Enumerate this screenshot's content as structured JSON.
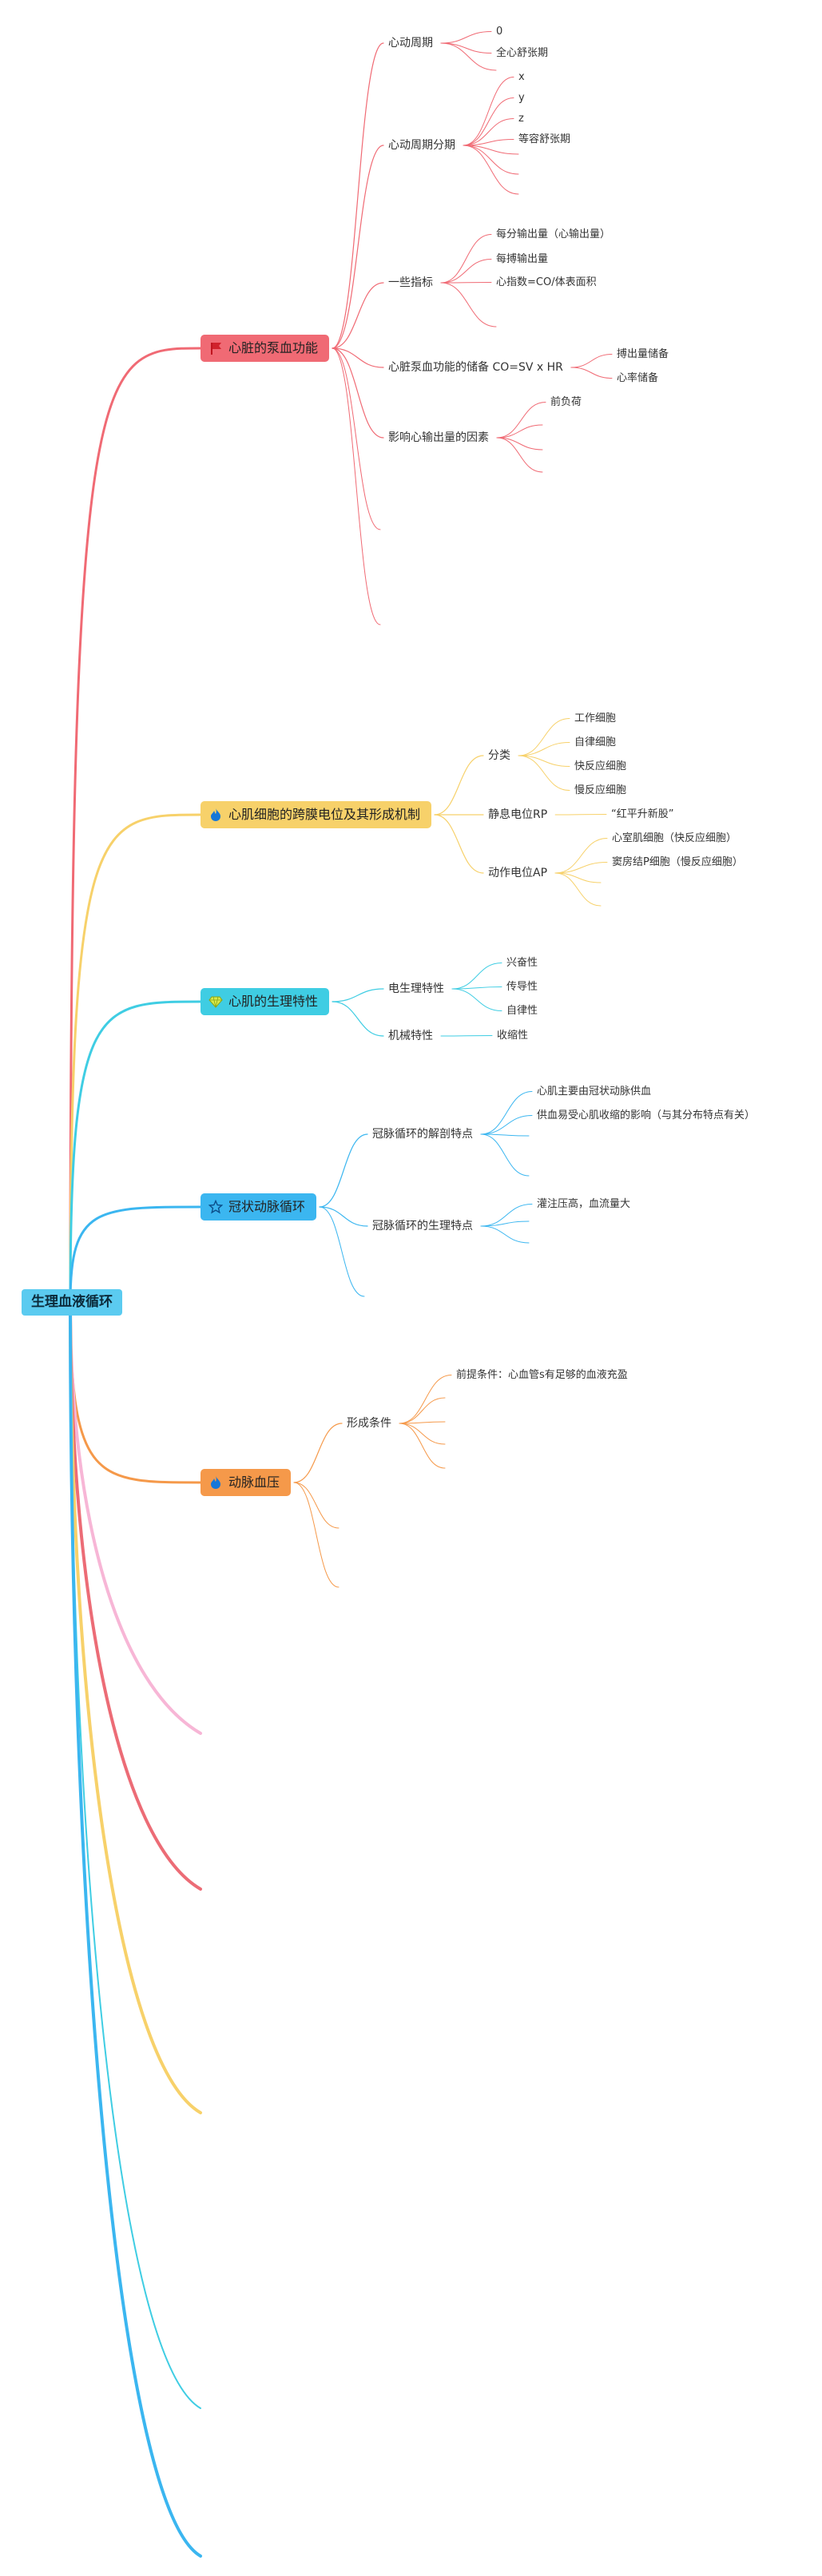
{
  "root": {
    "label": "生理血液循环"
  },
  "branches": [
    {
      "label": "心脏的泵血功能",
      "icon": "flag-icon",
      "color": "#f06a74",
      "children": [
        {
          "label": "心动周期",
          "children": [
            {
              "label": "0"
            },
            {
              "label": "全心舒张期"
            }
          ]
        },
        {
          "label": "心动周期分期",
          "children": [
            {
              "label": "x"
            },
            {
              "label": "y"
            },
            {
              "label": "z"
            },
            {
              "label": "等容舒张期"
            }
          ]
        },
        {
          "label": "一些指标",
          "children": [
            {
              "label": "每分输出量（心输出量）"
            },
            {
              "label": "每搏输出量"
            },
            {
              "label": "心指数=CO/体表面积"
            }
          ]
        },
        {
          "label": "心脏泵血功能的储备 CO=SV x HR",
          "children": [
            {
              "label": "搏出量储备"
            },
            {
              "label": "心率储备"
            }
          ]
        },
        {
          "label": "影响心输出量的因素",
          "children": [
            {
              "label": "前负荷"
            }
          ]
        }
      ]
    },
    {
      "label": "心肌细胞的跨膜电位及其形成机制",
      "icon": "fire-icon",
      "color": "#f7d16a",
      "children": [
        {
          "label": "分类",
          "children": [
            {
              "label": "工作细胞"
            },
            {
              "label": "自律细胞"
            },
            {
              "label": "快反应细胞"
            },
            {
              "label": "慢反应细胞"
            }
          ]
        },
        {
          "label": "静息电位RP",
          "children": [
            {
              "label": "“红平升新股”"
            }
          ]
        },
        {
          "label": "动作电位AP",
          "children": [
            {
              "label": "心室肌细胞（快反应细胞）"
            },
            {
              "label": "窦房结P细胞（慢反应细胞）"
            }
          ]
        }
      ]
    },
    {
      "label": "心肌的生理特性",
      "icon": "gem-icon",
      "color": "#3fcde3",
      "children": [
        {
          "label": "电生理特性",
          "children": [
            {
              "label": "兴奋性"
            },
            {
              "label": "传导性"
            },
            {
              "label": "自律性"
            }
          ]
        },
        {
          "label": "机械特性",
          "children": [
            {
              "label": "收缩性"
            }
          ]
        }
      ]
    },
    {
      "label": "冠状动脉循环",
      "icon": "star-icon",
      "color": "#3bb6f0",
      "children": [
        {
          "label": "冠脉循环的解剖特点",
          "children": [
            {
              "label": "心肌主要由冠状动脉供血"
            },
            {
              "label": "供血易受心肌收缩的影响（与其分布特点有关）"
            }
          ]
        },
        {
          "label": "冠脉循环的生理特点",
          "children": [
            {
              "label": "灌注压高，血流量大"
            }
          ]
        }
      ]
    },
    {
      "label": "动脉血压",
      "icon": "fire-icon",
      "color": "#f5994a",
      "children": [
        {
          "label": "形成条件",
          "children": [
            {
              "label": "前提条件：心血管s有足够的血液充盈"
            }
          ]
        }
      ]
    }
  ]
}
